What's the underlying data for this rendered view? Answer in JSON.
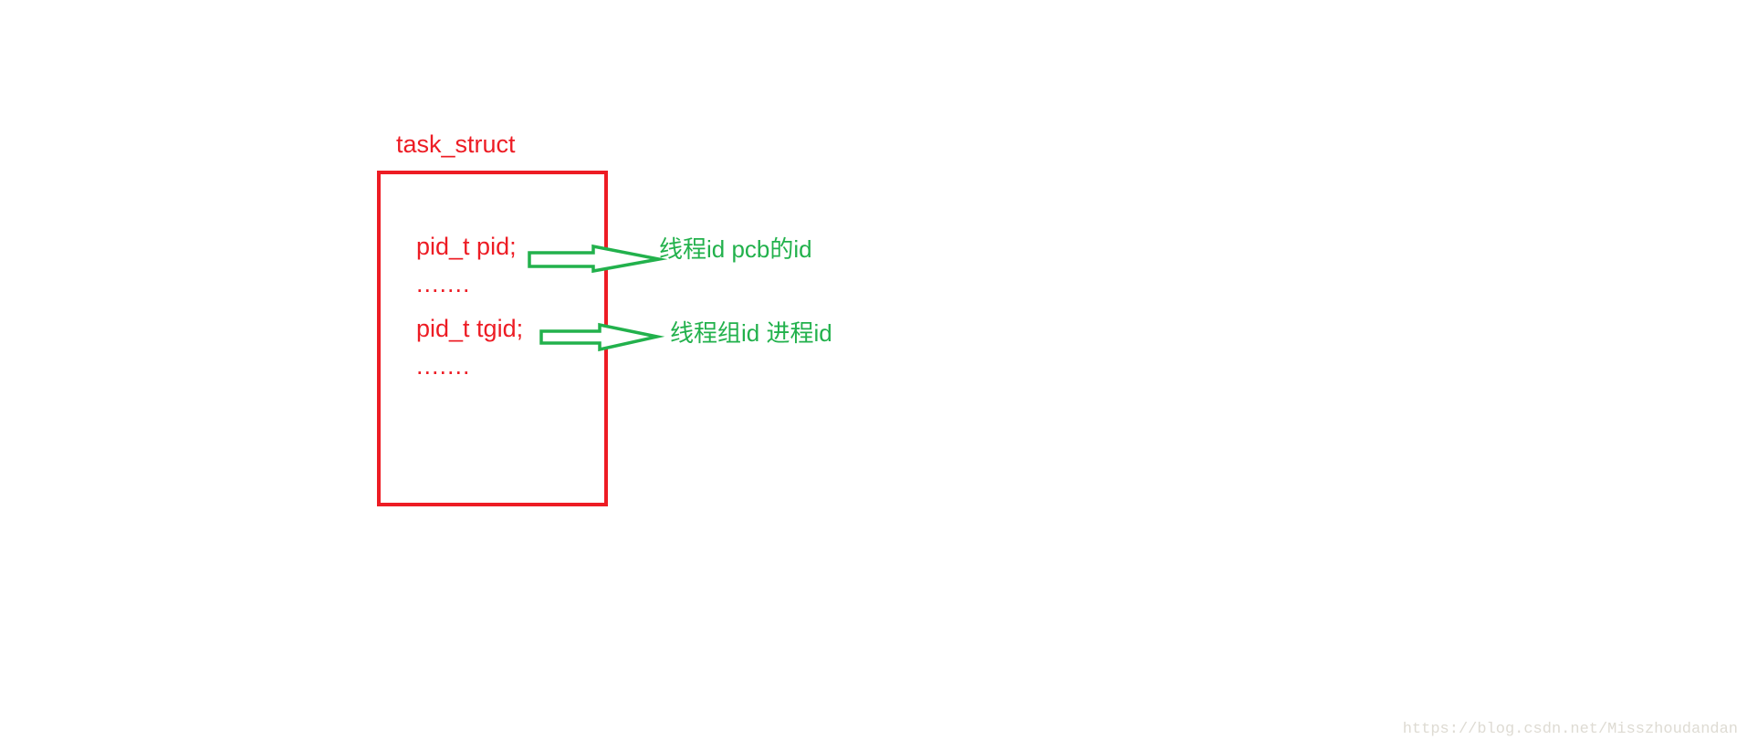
{
  "diagram": {
    "title": "task_struct",
    "struct_box": {
      "fields": [
        {
          "text": "pid_t pid;"
        },
        {
          "text": "......."
        },
        {
          "text": "pid_t tgid;"
        },
        {
          "text": "......."
        }
      ]
    },
    "annotations": [
      {
        "icon": "block-arrow-right-icon",
        "text": "线程id pcb的id"
      },
      {
        "icon": "block-arrow-right-icon",
        "text": "线程组id 进程id"
      }
    ],
    "colors": {
      "background": "#ffffff",
      "struct_color": "#ed1c24",
      "annotation_color": "#22b14c",
      "watermark_color": "#dedbd3"
    }
  },
  "watermark": {
    "text": "https://blog.csdn.net/Misszhoudandan"
  }
}
